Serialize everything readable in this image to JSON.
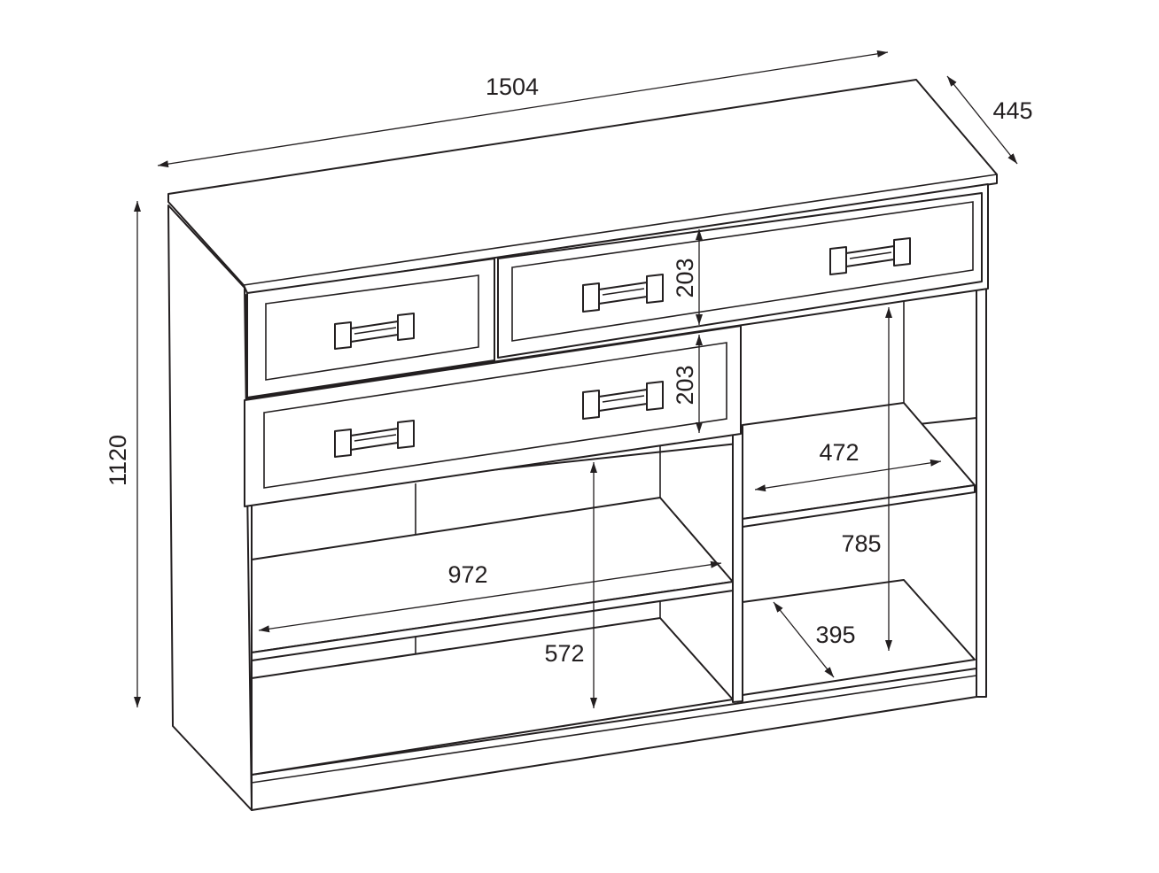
{
  "dimensions": {
    "width": "1504",
    "depth": "445",
    "height": "1120",
    "drawer_top": "203",
    "drawer_bottom": "203",
    "shelf_right_width": "472",
    "shelf_left_width": "972",
    "right_section_height": "785",
    "right_shelf_depth": "395",
    "left_lower_height": "572"
  },
  "colors": {
    "line": "#231f20",
    "background": "#ffffff"
  }
}
